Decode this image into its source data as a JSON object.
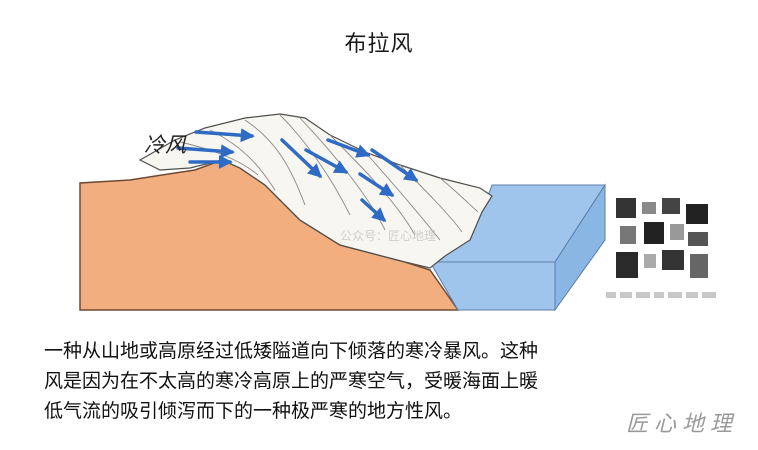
{
  "title": "布拉风",
  "wind_label": "冷风",
  "watermark": "公众号：匠心地理",
  "description": [
    "一种从山地或高原经过低矮隘道向下倾落的寒冷暴风。这种",
    "风是因为在不太高的寒冷高原上的严寒空气，受暖海面上暖",
    "低气流的吸引倾泻而下的一种极严寒的地方性风。"
  ],
  "brand": "匠心地理",
  "colors": {
    "land": "#f2ae7f",
    "land_edge": "#6e4a35",
    "snow": "#f8f6f0",
    "sea": "#9fc5ec",
    "sea_side": "#8ab6e3",
    "arrow": "#2f6bc4"
  }
}
